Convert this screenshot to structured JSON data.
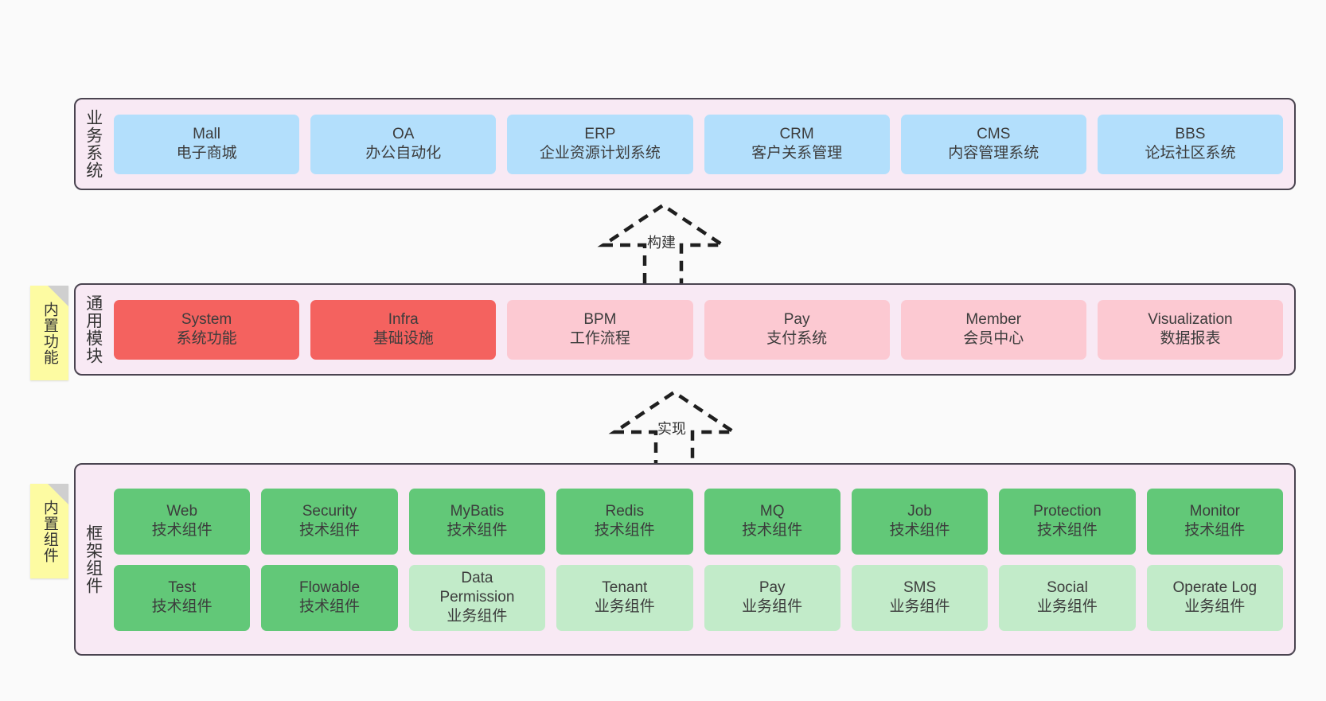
{
  "diagram": {
    "background_color": "#fafafa",
    "panel_background": "#f8e9f4",
    "panel_border": "#4a4450",
    "sticky_color": "#fdfba2"
  },
  "layers": [
    {
      "id": "business-systems",
      "title": "业务系统",
      "rows": [
        [
          {
            "en": "Mall",
            "cn": "电子商城",
            "color": "#b3dffc",
            "variant": "c-blue"
          },
          {
            "en": "OA",
            "cn": "办公自动化",
            "color": "#b3dffc",
            "variant": "c-blue"
          },
          {
            "en": "ERP",
            "cn": "企业资源计划系统",
            "color": "#b3dffc",
            "variant": "c-blue"
          },
          {
            "en": "CRM",
            "cn": "客户关系管理",
            "color": "#b3dffc",
            "variant": "c-blue"
          },
          {
            "en": "CMS",
            "cn": "内容管理系统",
            "color": "#b3dffc",
            "variant": "c-blue"
          },
          {
            "en": "BBS",
            "cn": "论坛社区系统",
            "color": "#b3dffc",
            "variant": "c-blue"
          }
        ]
      ]
    },
    {
      "id": "common-modules",
      "title": "通用模块",
      "sticky": "内置功能",
      "rows": [
        [
          {
            "en": "System",
            "cn": "系统功能",
            "color": "#f4625f",
            "variant": "c-red"
          },
          {
            "en": "Infra",
            "cn": "基础设施",
            "color": "#f4625f",
            "variant": "c-red"
          },
          {
            "en": "BPM",
            "cn": "工作流程",
            "color": "#fcc9d2",
            "variant": "c-pink"
          },
          {
            "en": "Pay",
            "cn": "支付系统",
            "color": "#fcc9d2",
            "variant": "c-pink"
          },
          {
            "en": "Member",
            "cn": "会员中心",
            "color": "#fcc9d2",
            "variant": "c-pink"
          },
          {
            "en": "Visualization",
            "cn": "数据报表",
            "color": "#fcc9d2",
            "variant": "c-pink"
          }
        ]
      ]
    },
    {
      "id": "framework-components",
      "title": "框架组件",
      "sticky": "内置组件",
      "rows": [
        [
          {
            "en": "Web",
            "cn": "技术组件",
            "color": "#62c878",
            "variant": "c-green"
          },
          {
            "en": "Security",
            "cn": "技术组件",
            "color": "#62c878",
            "variant": "c-green"
          },
          {
            "en": "MyBatis",
            "cn": "技术组件",
            "color": "#62c878",
            "variant": "c-green"
          },
          {
            "en": "Redis",
            "cn": "技术组件",
            "color": "#62c878",
            "variant": "c-green"
          },
          {
            "en": "MQ",
            "cn": "技术组件",
            "color": "#62c878",
            "variant": "c-green"
          },
          {
            "en": "Job",
            "cn": "技术组件",
            "color": "#62c878",
            "variant": "c-green"
          },
          {
            "en": "Protection",
            "cn": "技术组件",
            "color": "#62c878",
            "variant": "c-green"
          },
          {
            "en": "Monitor",
            "cn": "技术组件",
            "color": "#62c878",
            "variant": "c-green"
          }
        ],
        [
          {
            "en": "Test",
            "cn": "技术组件",
            "color": "#62c878",
            "variant": "c-green"
          },
          {
            "en": "Flowable",
            "cn": "技术组件",
            "color": "#62c878",
            "variant": "c-green"
          },
          {
            "en": "Data\nPermission",
            "cn": "业务组件",
            "color": "#c2ebc9",
            "variant": "c-lightgreen"
          },
          {
            "en": "Tenant",
            "cn": "业务组件",
            "color": "#c2ebc9",
            "variant": "c-lightgreen"
          },
          {
            "en": "Pay",
            "cn": "业务组件",
            "color": "#c2ebc9",
            "variant": "c-lightgreen"
          },
          {
            "en": "SMS",
            "cn": "业务组件",
            "color": "#c2ebc9",
            "variant": "c-lightgreen"
          },
          {
            "en": "Social",
            "cn": "业务组件",
            "color": "#c2ebc9",
            "variant": "c-lightgreen"
          },
          {
            "en": "Operate Log",
            "cn": "业务组件",
            "color": "#c2ebc9",
            "variant": "c-lightgreen"
          }
        ]
      ]
    }
  ],
  "connectors": [
    {
      "id": "build",
      "label": "构建",
      "direction": "up",
      "style": "dashed-hollow-arrow",
      "from": "common-modules",
      "to": "business-systems"
    },
    {
      "id": "implement",
      "label": "实现",
      "direction": "up",
      "style": "dashed-hollow-arrow",
      "from": "framework-components",
      "to": "common-modules"
    }
  ]
}
